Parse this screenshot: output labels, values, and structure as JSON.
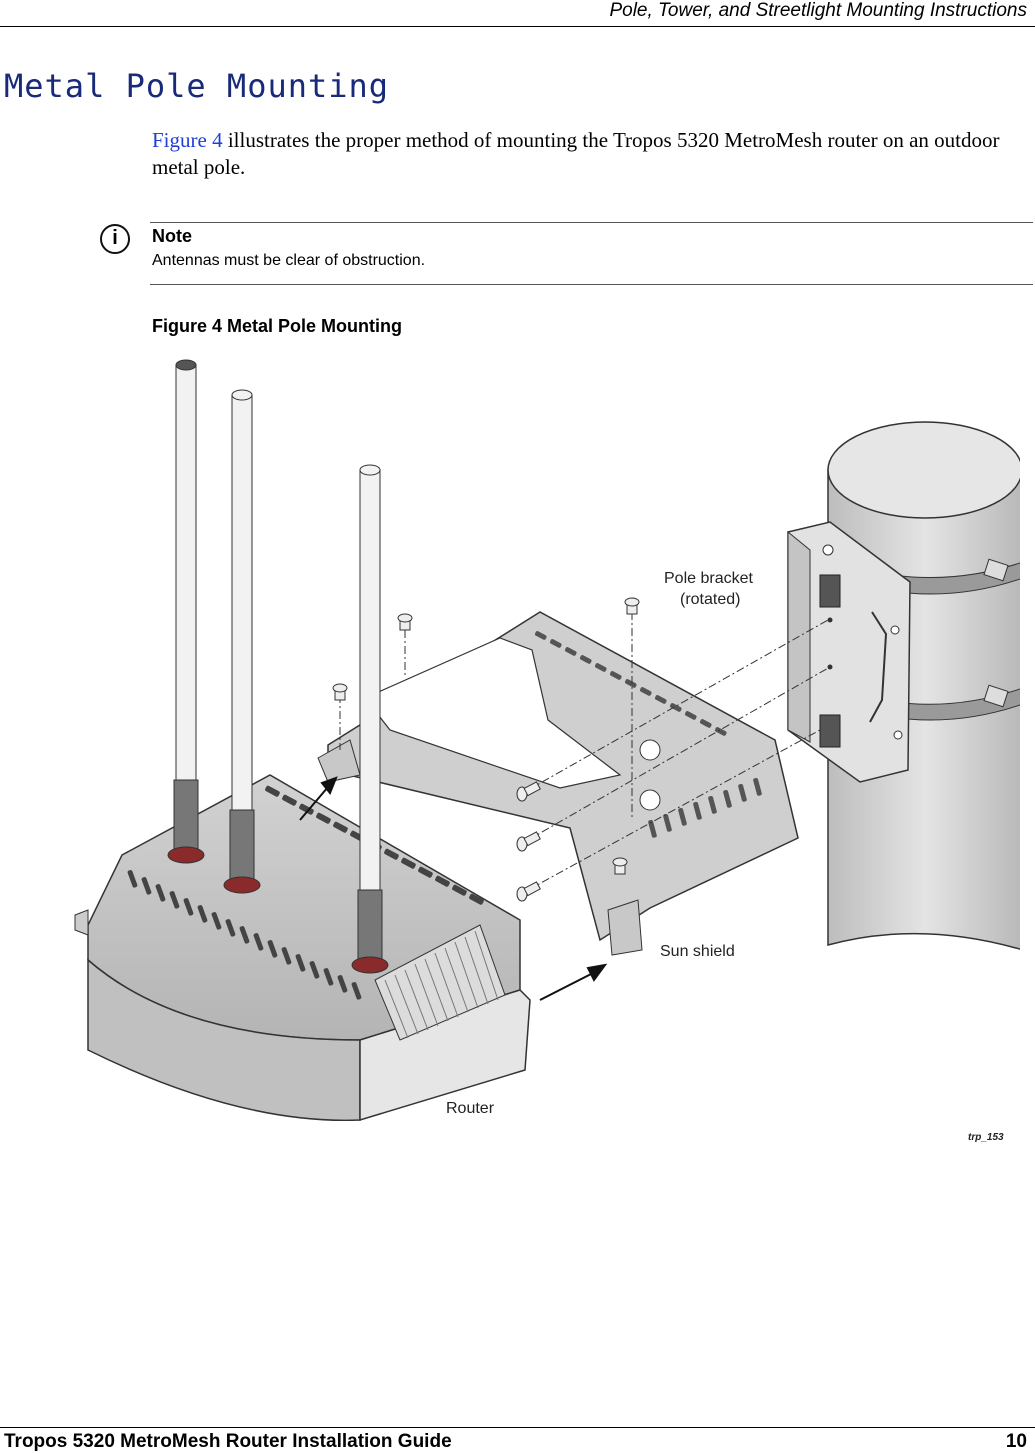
{
  "header": {
    "title": "Pole, Tower, and Streetlight Mounting Instructions"
  },
  "section": {
    "title": "Metal Pole Mounting"
  },
  "intro": {
    "xref": "Figure 4",
    "text": " illustrates the proper method of mounting the Tropos 5320 MetroMesh router on an outdoor metal pole."
  },
  "note": {
    "icon": "i",
    "label": "Note",
    "text": "Antennas must be clear of obstruction."
  },
  "figure": {
    "caption": "Figure 4  Metal Pole Mounting",
    "labels": {
      "pole_bracket_1": "Pole bracket",
      "pole_bracket_2": "(rotated)",
      "sun_shield": "Sun shield",
      "router": "Router",
      "figure_id": "trp_153"
    }
  },
  "footer": {
    "title": "Tropos 5320 MetroMesh Router Installation Guide",
    "page": "10"
  }
}
